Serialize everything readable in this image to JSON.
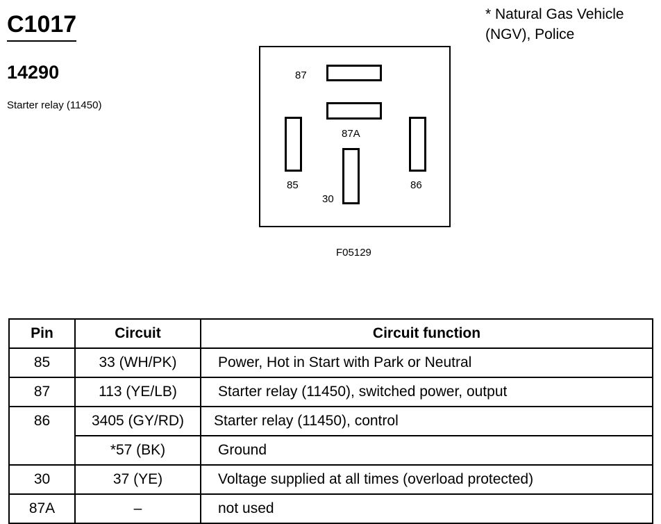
{
  "header": {
    "connector": "C1017",
    "part_number": "14290",
    "description": "Starter relay (11450)",
    "note_line1": "* Natural Gas Vehicle",
    "note_line2": "(NGV), Police"
  },
  "diagram": {
    "figure_code": "F05129",
    "pins": {
      "p87": "87",
      "p87a": "87A",
      "p85": "85",
      "p86": "86",
      "p30": "30"
    }
  },
  "table": {
    "headers": [
      "Pin",
      "Circuit",
      "Circuit function"
    ],
    "rows": [
      {
        "pin": "85",
        "circuit": "33 (WH/PK)",
        "function": "Power, Hot in Start with Park or Neutral"
      },
      {
        "pin": "87",
        "circuit": "113 (YE/LB)",
        "function": "Starter relay (11450), switched power, output"
      },
      {
        "pin": "86",
        "circuit": "3405 (GY/RD)",
        "function": "Starter relay (11450), control"
      },
      {
        "pin": "",
        "circuit": "*57 (BK)",
        "function": "Ground"
      },
      {
        "pin": "30",
        "circuit": "37 (YE)",
        "function": "Voltage supplied at all times (overload protected)"
      },
      {
        "pin": "87A",
        "circuit": "–",
        "function": "not used"
      }
    ]
  }
}
